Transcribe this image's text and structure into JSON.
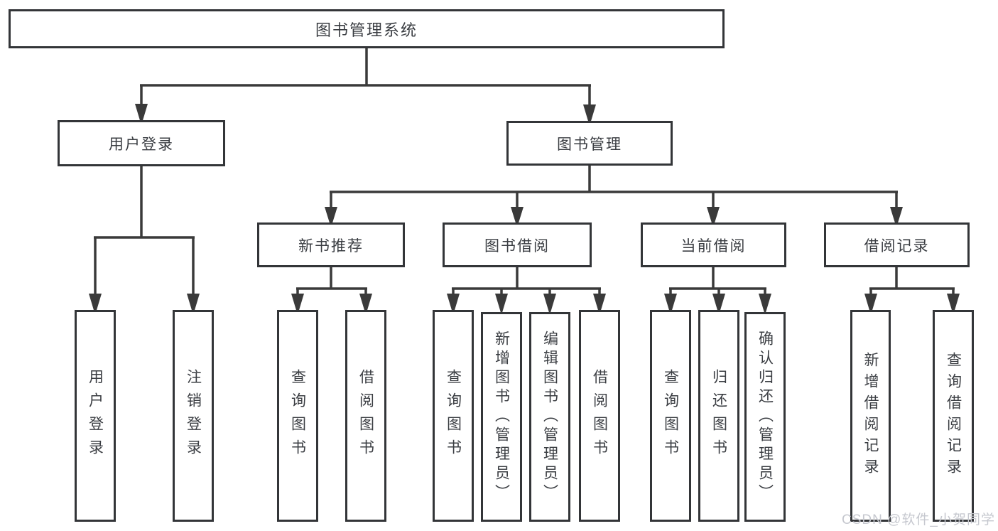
{
  "diagram": {
    "type": "hierarchy-tree",
    "title": "图书管理系统"
  },
  "nodes": {
    "root": {
      "label": "图书管理系统"
    },
    "level2": [
      {
        "id": "user-login-module",
        "label": "用户登录"
      },
      {
        "id": "book-management-module",
        "label": "图书管理"
      }
    ],
    "level3": [
      {
        "id": "new-book-recommend",
        "label": "新书推荐"
      },
      {
        "id": "book-borrowing",
        "label": "图书借阅"
      },
      {
        "id": "current-borrowing",
        "label": "当前借阅"
      },
      {
        "id": "borrowing-records",
        "label": "借阅记录"
      }
    ],
    "leaves": [
      {
        "id": "user-login-action",
        "label": "用户登录"
      },
      {
        "id": "logout-action",
        "label": "注销登录"
      },
      {
        "id": "query-books-recommend",
        "label": "查询图书"
      },
      {
        "id": "borrow-books-recommend",
        "label": "借阅图书"
      },
      {
        "id": "query-books-borrowing",
        "label": "查询图书"
      },
      {
        "id": "add-books-admin",
        "label": "新增图书（管理员）"
      },
      {
        "id": "edit-books-admin",
        "label": "编辑图书（管理员）"
      },
      {
        "id": "borrow-books-borrowing",
        "label": "借阅图书"
      },
      {
        "id": "query-books-current",
        "label": "查询图书"
      },
      {
        "id": "return-books",
        "label": "归还图书"
      },
      {
        "id": "confirm-return-admin",
        "label": "确认归还（管理员）"
      },
      {
        "id": "add-borrow-record",
        "label": "新增借阅记录"
      },
      {
        "id": "query-borrow-record",
        "label": "查询借阅记录"
      }
    ]
  },
  "hierarchy": [
    {
      "parent": "图书管理系统",
      "children": [
        "用户登录",
        "图书管理"
      ]
    },
    {
      "parent": "用户登录",
      "children": [
        "用户登录",
        "注销登录"
      ]
    },
    {
      "parent": "图书管理",
      "children": [
        "新书推荐",
        "图书借阅",
        "当前借阅",
        "借阅记录"
      ]
    },
    {
      "parent": "新书推荐",
      "children": [
        "查询图书",
        "借阅图书"
      ]
    },
    {
      "parent": "图书借阅",
      "children": [
        "查询图书",
        "新增图书（管理员）",
        "编辑图书（管理员）",
        "借阅图书"
      ]
    },
    {
      "parent": "当前借阅",
      "children": [
        "查询图书",
        "归还图书",
        "确认归还（管理员）"
      ]
    },
    {
      "parent": "借阅记录",
      "children": [
        "新增借阅记录",
        "查询借阅记录"
      ]
    }
  ],
  "watermark": {
    "text": "CSDN @软件_小贺同学"
  },
  "colors": {
    "line": "#3a3a3a",
    "border": "#333538",
    "text": "#3a3d42",
    "background": "#ffffff",
    "watermark": "#c6c8cf"
  }
}
